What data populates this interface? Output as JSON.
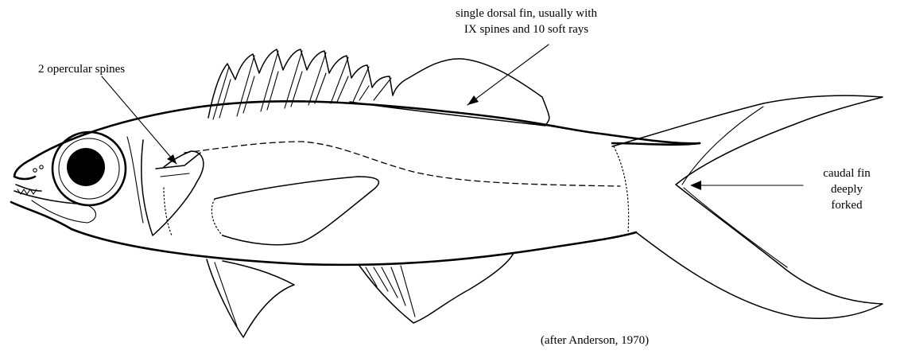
{
  "labels": {
    "dorsal_line1": "single dorsal fin, usually with",
    "dorsal_line2": "IX spines and 10 soft rays",
    "opercular": "2 opercular spines",
    "caudal_line1": "caudal fin",
    "caudal_line2": "deeply",
    "caudal_line3": "forked",
    "credit": "(after Anderson, 1970)"
  },
  "colors": {
    "ink": "#000000",
    "background": "#ffffff"
  }
}
